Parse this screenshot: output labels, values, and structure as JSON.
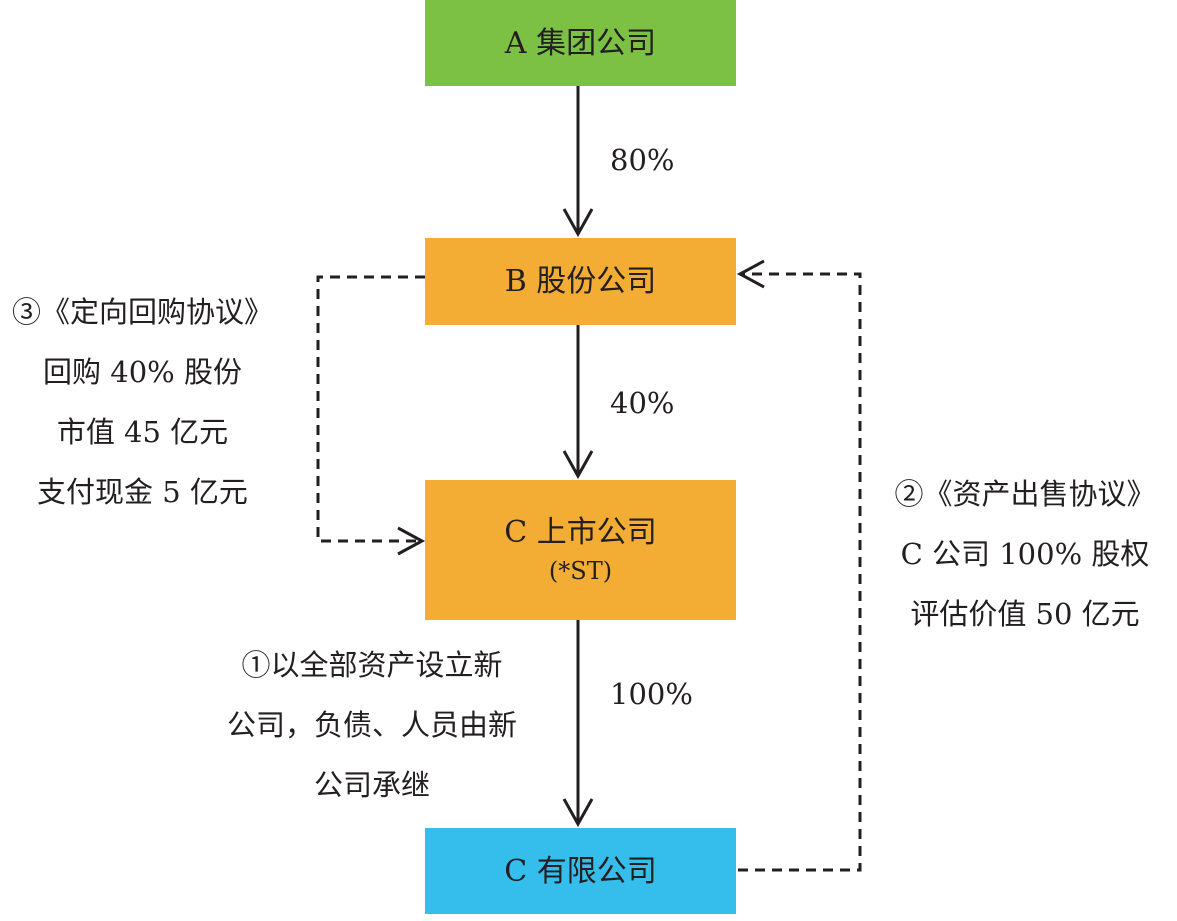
{
  "colors": {
    "green": "#7cc143",
    "orange": "#f3ad34",
    "blue": "#35bdec",
    "line": "#231f20"
  },
  "nodes": {
    "a": {
      "label": "A 集团公司"
    },
    "b": {
      "label": "B 股份公司"
    },
    "c": {
      "label": "C 上市公司",
      "sub": "(*ST)"
    },
    "d": {
      "label": "C 有限公司"
    }
  },
  "edges": {
    "a_b": "80%",
    "b_c": "40%",
    "c_d": "100%"
  },
  "notes": {
    "step1": [
      "①以全部资产设立新",
      "公司，负债、人员由新",
      "公司承继"
    ],
    "step2": [
      "②《资产出售协议》",
      "C 公司 100% 股权",
      "评估价值 50 亿元"
    ],
    "step3": [
      "③《定向回购协议》",
      "回购 40% 股份",
      "市值 45 亿元",
      "支付现金 5 亿元"
    ]
  }
}
